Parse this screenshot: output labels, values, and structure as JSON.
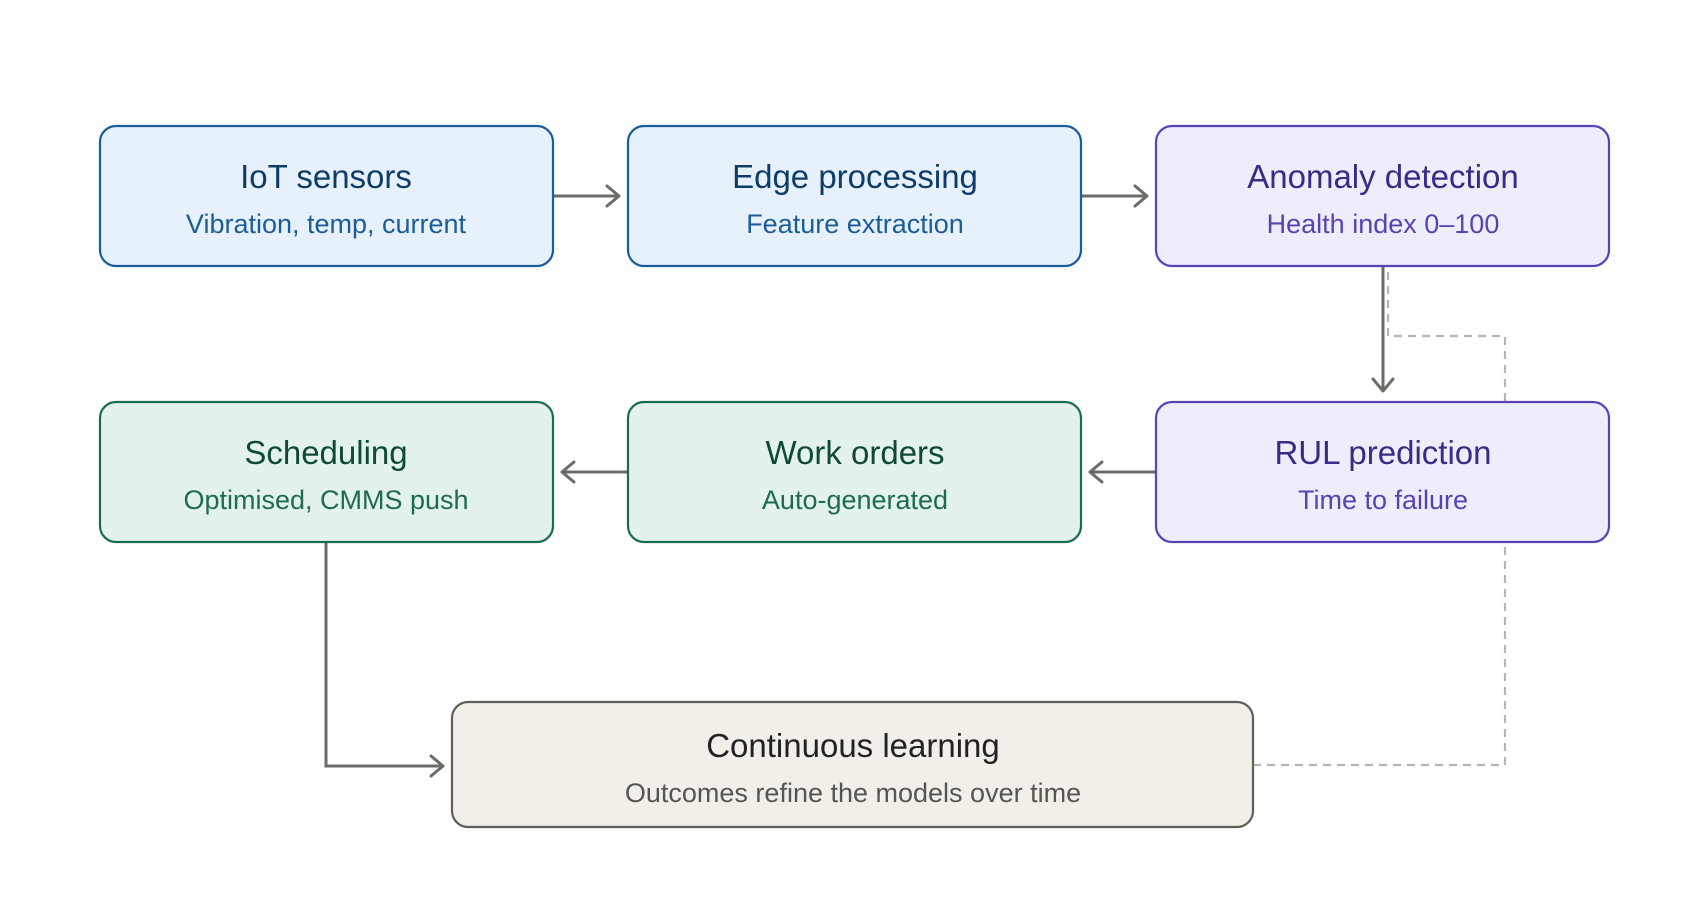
{
  "nodes": [
    {
      "id": "iot_sensors",
      "title": "IoT sensors",
      "subtitle": "Vibration, temp, current"
    },
    {
      "id": "edge_processing",
      "title": "Edge processing",
      "subtitle": "Feature extraction"
    },
    {
      "id": "anomaly_detection",
      "title": "Anomaly detection",
      "subtitle": "Health index 0–100"
    },
    {
      "id": "rul_prediction",
      "title": "RUL prediction",
      "subtitle": "Time to failure"
    },
    {
      "id": "work_orders",
      "title": "Work orders",
      "subtitle": "Auto-generated"
    },
    {
      "id": "scheduling",
      "title": "Scheduling",
      "subtitle": "Optimised, CMMS push"
    },
    {
      "id": "continuous_learning",
      "title": "Continuous learning",
      "subtitle": "Outcomes refine the models over time"
    }
  ],
  "edges": [
    {
      "from": "iot_sensors",
      "to": "edge_processing",
      "style": "solid"
    },
    {
      "from": "edge_processing",
      "to": "anomaly_detection",
      "style": "solid"
    },
    {
      "from": "anomaly_detection",
      "to": "rul_prediction",
      "style": "solid"
    },
    {
      "from": "rul_prediction",
      "to": "work_orders",
      "style": "solid"
    },
    {
      "from": "work_orders",
      "to": "scheduling",
      "style": "solid"
    },
    {
      "from": "scheduling",
      "to": "continuous_learning",
      "style": "solid"
    },
    {
      "from": "continuous_learning",
      "to": "anomaly_detection",
      "style": "dashed"
    }
  ],
  "colors": {
    "blue_fill": "#e7f1fb",
    "blue_stroke": "#1c5d99",
    "purple_fill": "#eeedfc",
    "purple_stroke": "#5a42b3",
    "green_fill": "#e3f3ec",
    "green_stroke": "#1d6b52",
    "beige_fill": "#f2efe8",
    "beige_stroke": "#5e5e5b",
    "edge": "#6b6b68",
    "feedback_edge": "#b4b4b1"
  }
}
